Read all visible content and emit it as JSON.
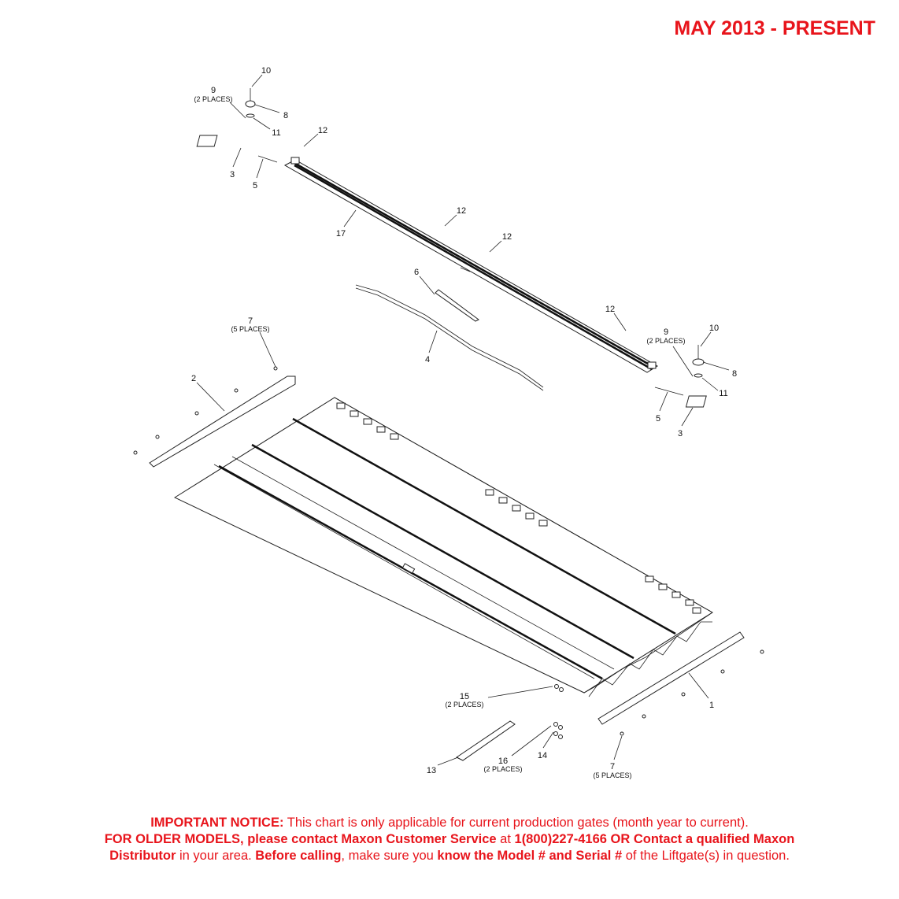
{
  "header": {
    "title": "MAY 2013 - PRESENT"
  },
  "callouts": {
    "c10a": "10",
    "c9a": "9",
    "c9a_sub": "(2 PLACES)",
    "c8a": "8",
    "c11a": "11",
    "c12a": "12",
    "c3a": "3",
    "c5a": "5",
    "c17": "17",
    "c12b": "12",
    "c12c": "12",
    "c6": "6",
    "c7a": "7",
    "c7a_sub": "(5 PLACES)",
    "c2": "2",
    "c4": "4",
    "c12d": "12",
    "c9b": "9",
    "c9b_sub": "(2 PLACES)",
    "c10b": "10",
    "c8b": "8",
    "c11b": "11",
    "c5b": "5",
    "c3b": "3",
    "c1": "1",
    "c15": "15",
    "c15_sub": "(2 PLACES)",
    "c16": "16",
    "c16_sub": "(2 PLACES)",
    "c14": "14",
    "c13": "13",
    "c7b": "7",
    "c7b_sub": "(5 PLACES)"
  },
  "notice": {
    "l1_bold": "IMPORTANT NOTICE:",
    "l1_text": " This chart is only applicable for current production gates (month year to current).",
    "l2_bold1": "FOR OLDER MODELS, please contact Maxon Customer Service",
    "l2_text1": " at ",
    "l2_bold2": "1(800)227-4166 OR Contact a qualified Maxon",
    "l3_bold1": "Distributor",
    "l3_text1": " in your area. ",
    "l3_bold2": "Before calling",
    "l3_text2": ", make sure you ",
    "l3_bold3": "know the Model # and Serial #",
    "l3_text3": " of the Liftgate(s) in question."
  }
}
